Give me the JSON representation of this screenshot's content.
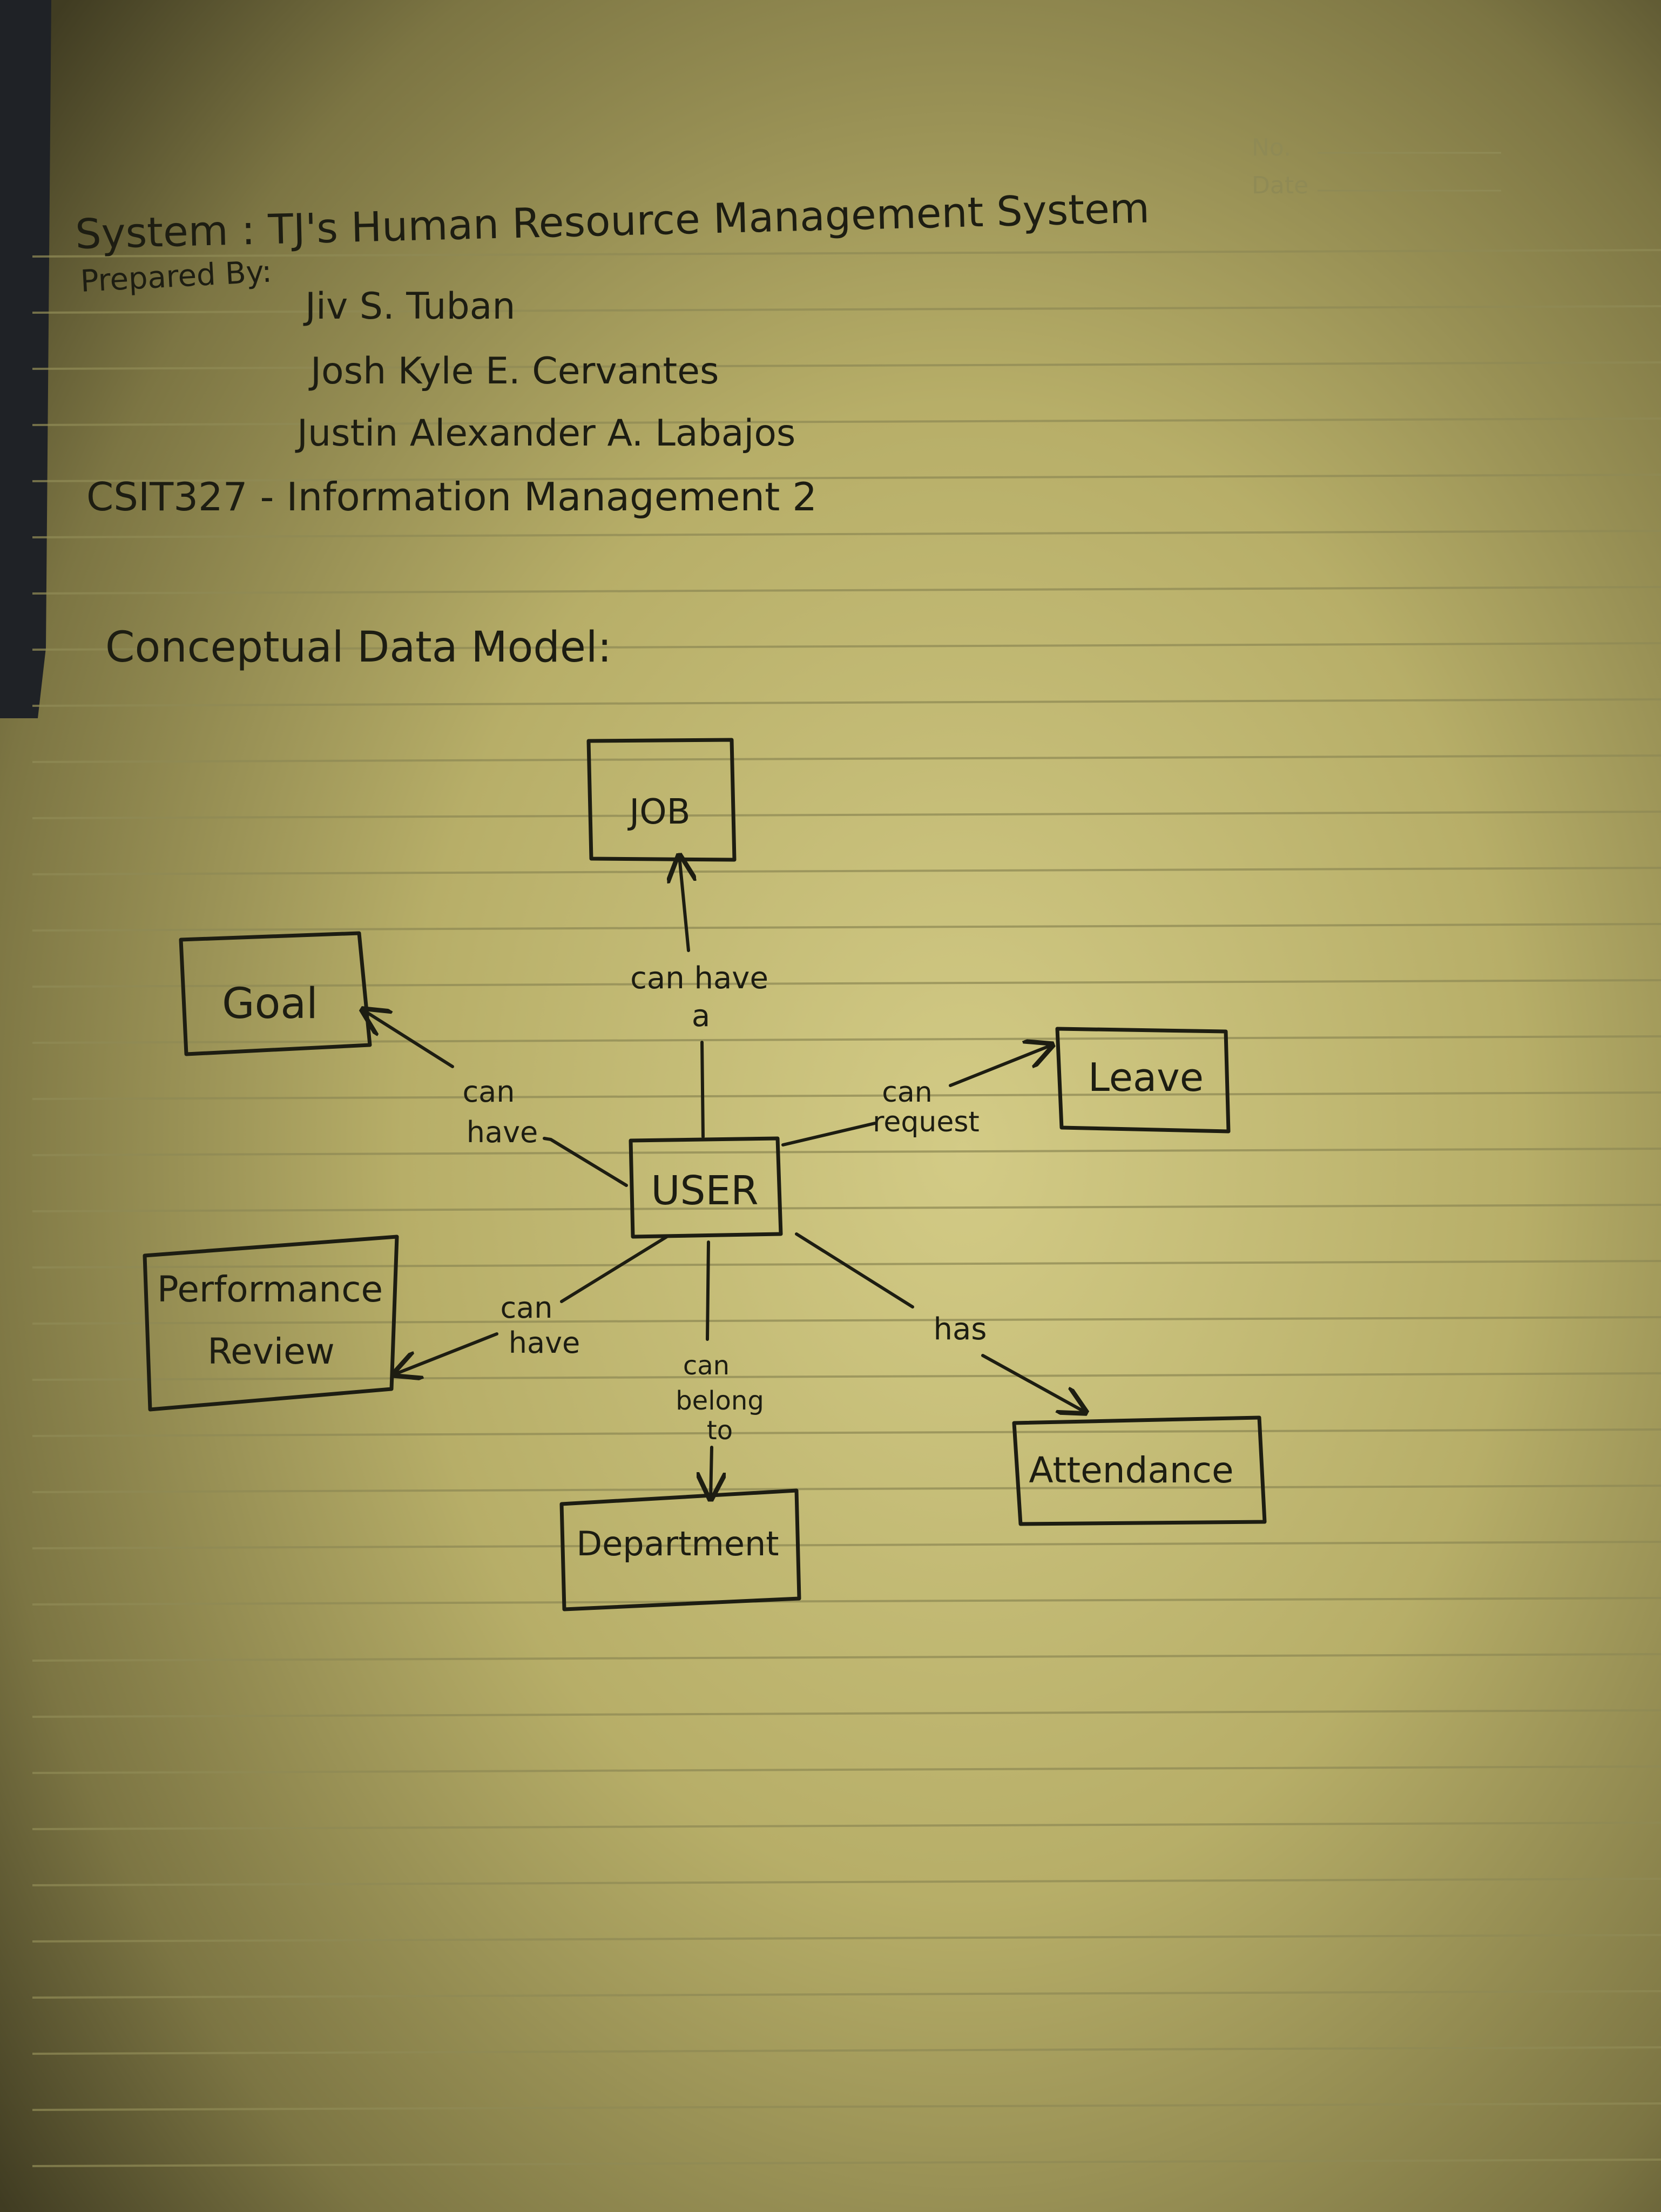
{
  "header": {
    "no_label": "No.",
    "date_label": "Date",
    "system_line": "System : TJ's Human Resource Management System",
    "prepared_by_label": "Prepared By:",
    "authors": [
      "Jiv S. Tuban",
      "Josh Kyle E. Cervantes",
      "Justin Alexander A. Labajos"
    ],
    "course": "CSIT327 - Information Management 2"
  },
  "section_title": "Conceptual Data Model:",
  "diagram": {
    "entities": {
      "user": "USER",
      "job": "JOB",
      "goal": "Goal",
      "leave": "Leave",
      "performance_review": [
        "Performance",
        "Review"
      ],
      "attendance": "Attendance",
      "department": "Department"
    },
    "relationships": {
      "user_job": [
        "can have",
        "a"
      ],
      "user_goal": [
        "can",
        "have"
      ],
      "user_leave": [
        "can",
        "request"
      ],
      "user_performance_review": [
        "can",
        "have"
      ],
      "user_department": [
        "can",
        "belong",
        "to"
      ],
      "user_attendance": "has"
    }
  },
  "colors": {
    "paper": "#c9c07a",
    "paper_shadow": "#5a5531",
    "ink": "#1d1d12",
    "rule_line": "#8f8a55",
    "background": "#1f2226"
  }
}
